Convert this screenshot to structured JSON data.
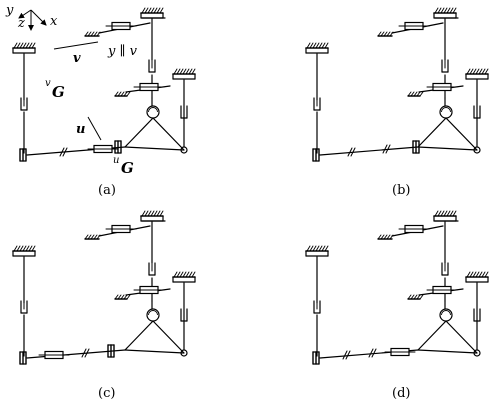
{
  "panels": [
    {
      "id": "a",
      "caption": "(a)"
    },
    {
      "id": "b",
      "caption": "(b)"
    },
    {
      "id": "c",
      "caption": "(c)"
    },
    {
      "id": "d",
      "caption": "(d)"
    }
  ],
  "annotations": {
    "axis_y": "y",
    "axis_z": "z",
    "axis_x": "x",
    "vec_v": "v",
    "parallel": "y ∥ v",
    "guide_vG_sup": "v",
    "guide_vG": "G",
    "vec_u": "u",
    "guide_uG_sup": "u",
    "guide_uG": "G"
  }
}
